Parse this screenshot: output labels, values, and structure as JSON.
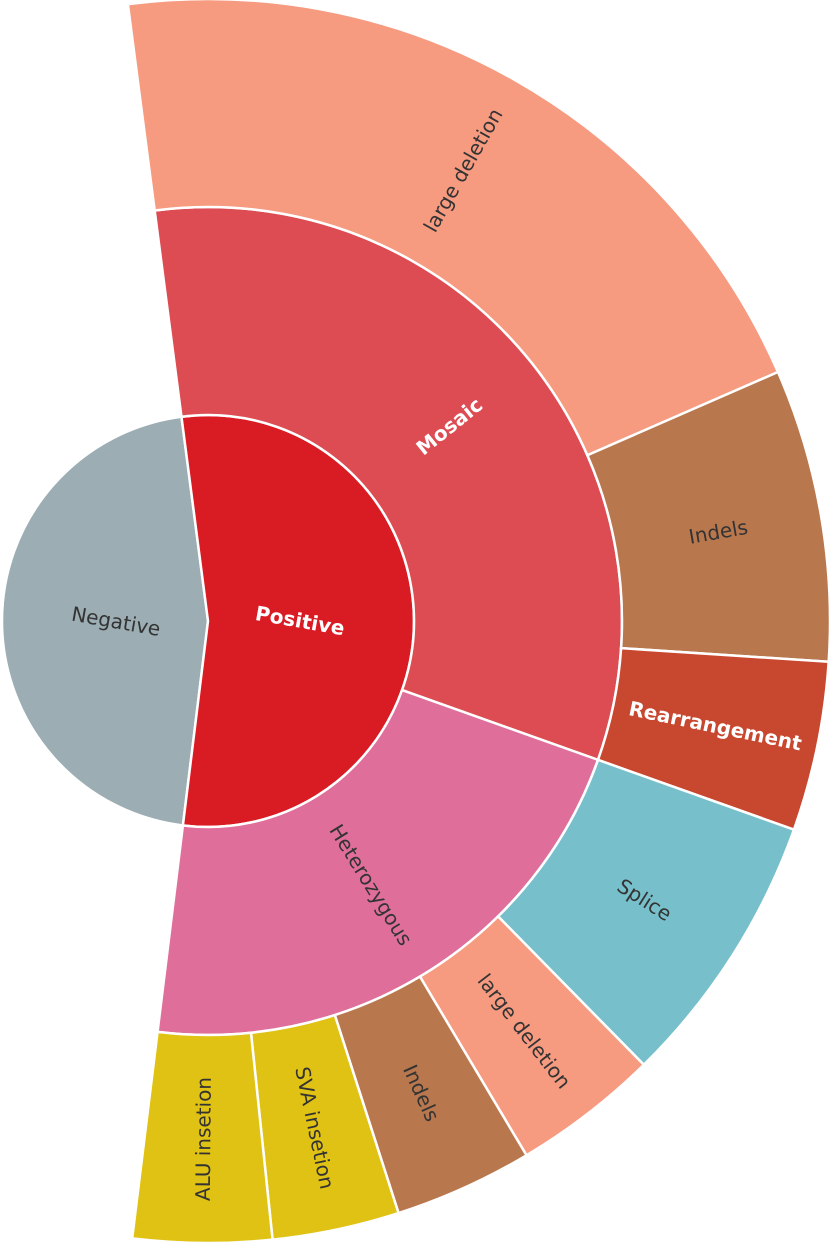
{
  "chart_data": {
    "type": "sunburst",
    "title": "",
    "levels": [
      [
        {
          "label": "Negative",
          "value": 46,
          "color": "#9cadb3",
          "text_color": "#333333",
          "bold": false
        },
        {
          "label": "Positive",
          "value": 54,
          "color": "#d91b24",
          "text_color": "#ffffff",
          "bold": true
        }
      ],
      [
        {
          "label": "Mosaic",
          "parent": "Positive",
          "value": 32.5,
          "color": "#dc4c52",
          "text_color": "#ffffff",
          "bold": true
        },
        {
          "label": "Heterozygous",
          "parent": "Positive",
          "value": 21.5,
          "color": "#df6f9a",
          "text_color": "#333333",
          "bold": false
        }
      ],
      [
        {
          "label": "large deletion",
          "parent": "Mosaic",
          "value": 20.5,
          "color": "#f69a80",
          "text_color": "#333333",
          "bold": false
        },
        {
          "label": "Indels",
          "parent": "Mosaic",
          "value": 7.6,
          "color": "#b9774e",
          "text_color": "#333333",
          "bold": false
        },
        {
          "label": "Rearrangement",
          "parent": "Mosaic",
          "value": 4.4,
          "color": "#c8472f",
          "text_color": "#ffffff",
          "bold": true
        },
        {
          "label": "Splice",
          "parent": "Heterozygous",
          "value": 7.2,
          "color": "#77c0cb",
          "text_color": "#333333",
          "bold": false
        },
        {
          "label": "large deletion",
          "parent": "Heterozygous",
          "value": 3.8,
          "color": "#f69a80",
          "text_color": "#333333",
          "bold": false
        },
        {
          "label": "Indels",
          "parent": "Heterozygous",
          "value": 3.6,
          "color": "#b9774e",
          "text_color": "#333333",
          "bold": false
        },
        {
          "label": "SVA insetion",
          "parent": "Heterozygous",
          "value": 3.3,
          "color": "#e0c214",
          "text_color": "#333333",
          "bold": false
        },
        {
          "label": "ALU insetion",
          "parent": "Heterozygous",
          "value": 3.6,
          "color": "#e0c214",
          "text_color": "#333333",
          "bold": false
        }
      ]
    ],
    "legend": "none",
    "grid": false
  }
}
